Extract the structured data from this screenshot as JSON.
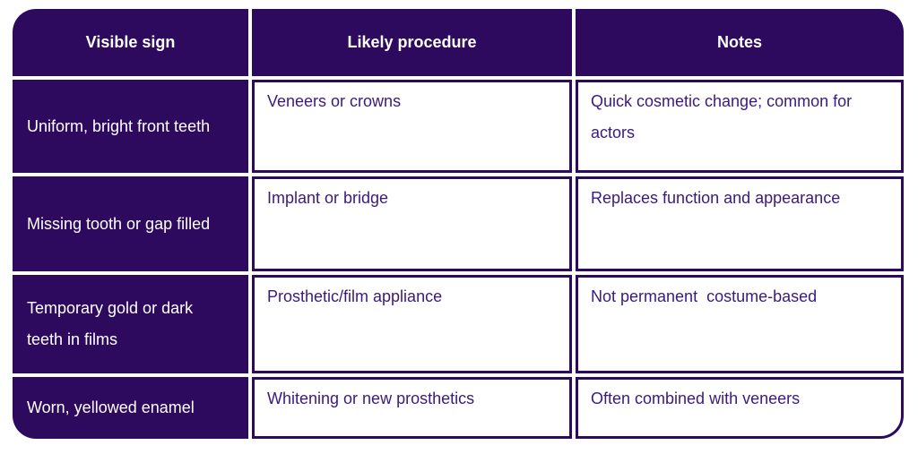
{
  "colors": {
    "header_bg": "#2d0a5e",
    "sign_column_bg": "#2d0a5e",
    "cell_border": "#2d0a5e",
    "header_text": "#ffffff",
    "cell_text": "#3a1a80",
    "background": "#ffffff"
  },
  "table": {
    "headers": [
      "Visible sign",
      "Likely procedure",
      "Notes"
    ],
    "rows": [
      {
        "sign": "Uniform, bright front teeth",
        "procedure": "Veneers or crowns",
        "notes": "Quick cosmetic change; common for actors"
      },
      {
        "sign": "Missing tooth or gap filled",
        "procedure": "Implant or bridge",
        "notes": "Replaces function and appearance"
      },
      {
        "sign": "Temporary gold or dark teeth in films",
        "procedure": "Prosthetic/film appliance",
        "notes": "Not permanent  costume-based"
      },
      {
        "sign": "Worn, yellowed enamel",
        "procedure": "Whitening or new prosthetics",
        "notes": "Often combined with veneers"
      }
    ]
  }
}
